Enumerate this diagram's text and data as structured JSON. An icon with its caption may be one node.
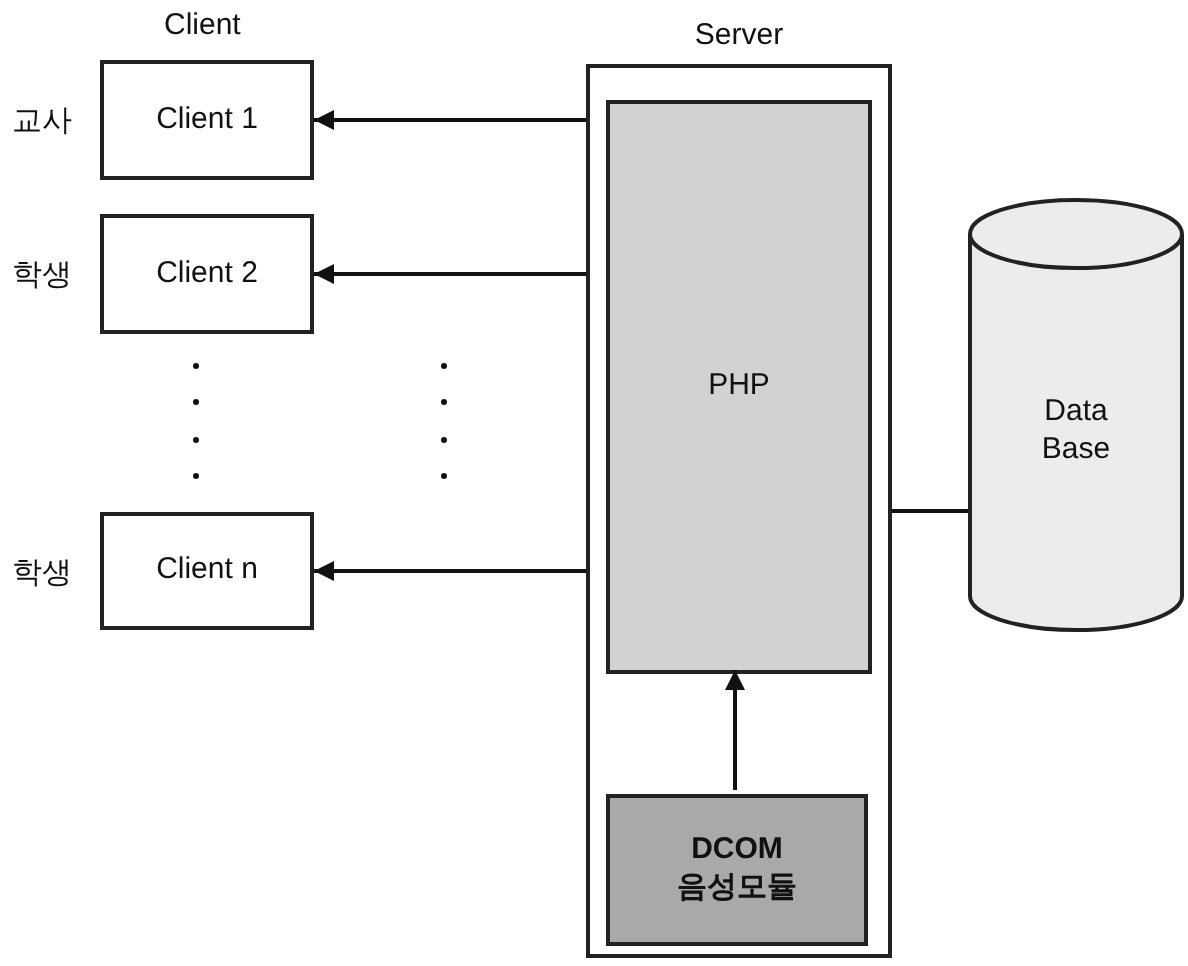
{
  "diagram": {
    "nodes": [
      {
        "text": [
          "Client 1"
        ],
        "beside": [
          "교사"
        ]
      },
      {
        "text": [
          "Client 2"
        ],
        "beside": [
          "학생"
        ]
      },
      {
        "text": [
          "Client n"
        ],
        "beside": [
          "학생"
        ]
      },
      {
        "text": [
          "Server"
        ]
      },
      {
        "text": [
          "PHP"
        ],
        "in": 3
      },
      {
        "text": [
          "DCOM 음성모듈"
        ],
        "in": 3
      },
      {
        "text": [
          "Data Base"
        ]
      }
    ],
    "edges": [
      {
        "from": 3,
        "to": 0,
        "arrow": "to"
      },
      {
        "from": 3,
        "to": 1,
        "arrow": "to"
      },
      {
        "from": 3,
        "to": 2,
        "arrow": "to"
      },
      {
        "from": 3,
        "to": 6,
        "arrow": "none"
      },
      {
        "from": 5,
        "to": 4,
        "arrow": "to"
      }
    ],
    "labels": [
      "Client"
    ]
  }
}
